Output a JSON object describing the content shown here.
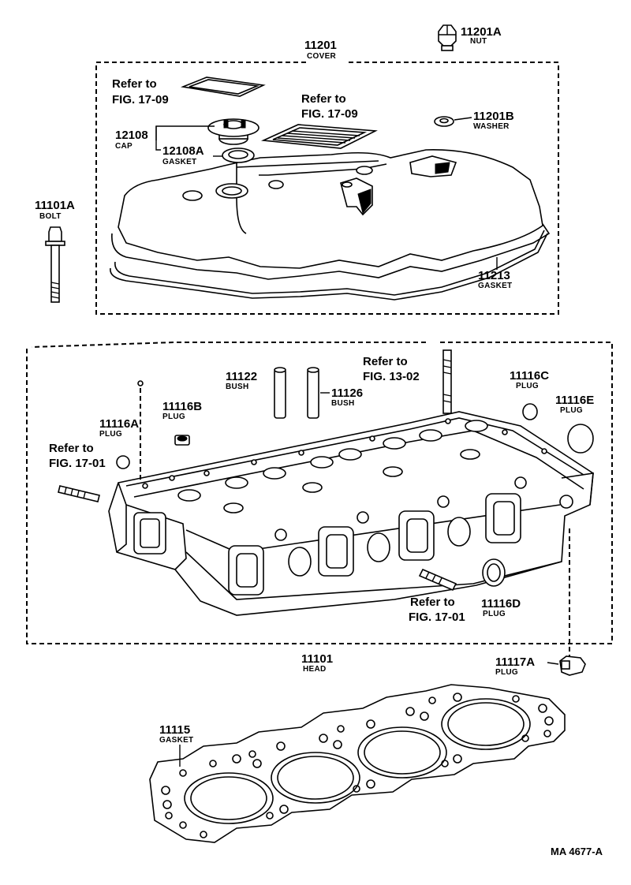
{
  "parts": {
    "nut": {
      "number": "11201A",
      "name": "NUT"
    },
    "cover": {
      "number": "11201",
      "name": "COVER"
    },
    "washer": {
      "number": "11201B",
      "name": "WASHER"
    },
    "cap": {
      "number": "12108",
      "name": "CAP"
    },
    "cap_gasket": {
      "number": "12108A",
      "name": "GASKET"
    },
    "bolt": {
      "number": "11101A",
      "name": "BOLT"
    },
    "cover_gasket": {
      "number": "11213",
      "name": "GASKET"
    },
    "bush_1": {
      "number": "11122",
      "name": "BUSH"
    },
    "bush_2": {
      "number": "11126",
      "name": "BUSH"
    },
    "plug_c": {
      "number": "11116C",
      "name": "PLUG"
    },
    "plug_e": {
      "number": "11116E",
      "name": "PLUG"
    },
    "plug_b": {
      "number": "11116B",
      "name": "PLUG"
    },
    "plug_a": {
      "number": "11116A",
      "name": "PLUG"
    },
    "plug_d": {
      "number": "11116D",
      "name": "PLUG"
    },
    "head": {
      "number": "11101",
      "name": "HEAD"
    },
    "plug_117a": {
      "number": "11117A",
      "name": "PLUG"
    },
    "head_gasket": {
      "number": "11115",
      "name": "GASKET"
    }
  },
  "refs": {
    "r1": {
      "line1": "Refer to",
      "line2": "FIG. 17-09"
    },
    "r2": {
      "line1": "Refer to",
      "line2": "FIG. 17-09"
    },
    "r3": {
      "line1": "Refer to",
      "line2": "FIG. 13-02"
    },
    "r4": {
      "line1": "Refer to",
      "line2": "FIG. 17-01"
    },
    "r5": {
      "line1": "Refer to",
      "line2": "FIG. 17-01"
    }
  },
  "drawing_code": "MA 4677-A"
}
